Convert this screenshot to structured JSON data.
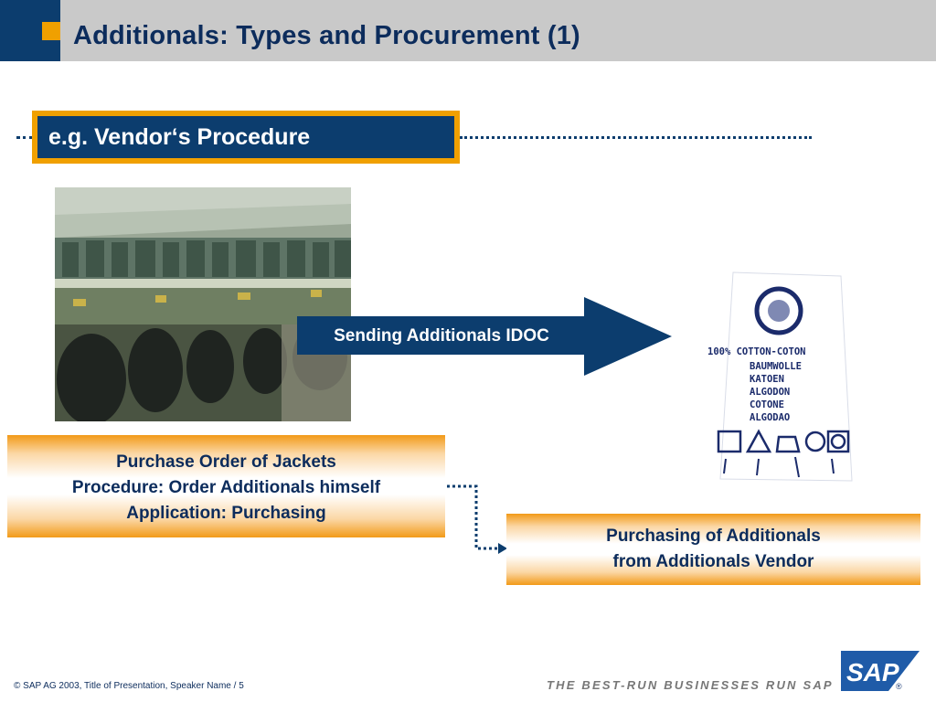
{
  "header": {
    "title": "Additionals: Types and Procurement (1)",
    "colors": {
      "blue": "#0c3d6e",
      "orange": "#f0a000",
      "bar": "#c9c9c9"
    }
  },
  "example": {
    "label": "e.g. Vendor‘s Procedure"
  },
  "arrow": {
    "label": "Sending Additionals IDOC"
  },
  "care_label": {
    "lines": [
      "100% COTTON-COTON",
      "BAUMWOLLE",
      "KATOEN",
      "ALGODON",
      "COTONE",
      "ALGODAO"
    ]
  },
  "purchase_order_box": {
    "lines": [
      "Purchase Order of Jackets",
      "Procedure: Order Additionals himself",
      "Application: Purchasing"
    ]
  },
  "vendor_box": {
    "lines": [
      "Purchasing of Additionals",
      "from Additionals Vendor"
    ]
  },
  "footer": {
    "copyright": "©  SAP AG 2003, Title of Presentation, Speaker Name / 5",
    "tagline": "THE BEST-RUN BUSINESSES RUN SAP",
    "logo_text": "SAP",
    "logo_mark": "®"
  }
}
